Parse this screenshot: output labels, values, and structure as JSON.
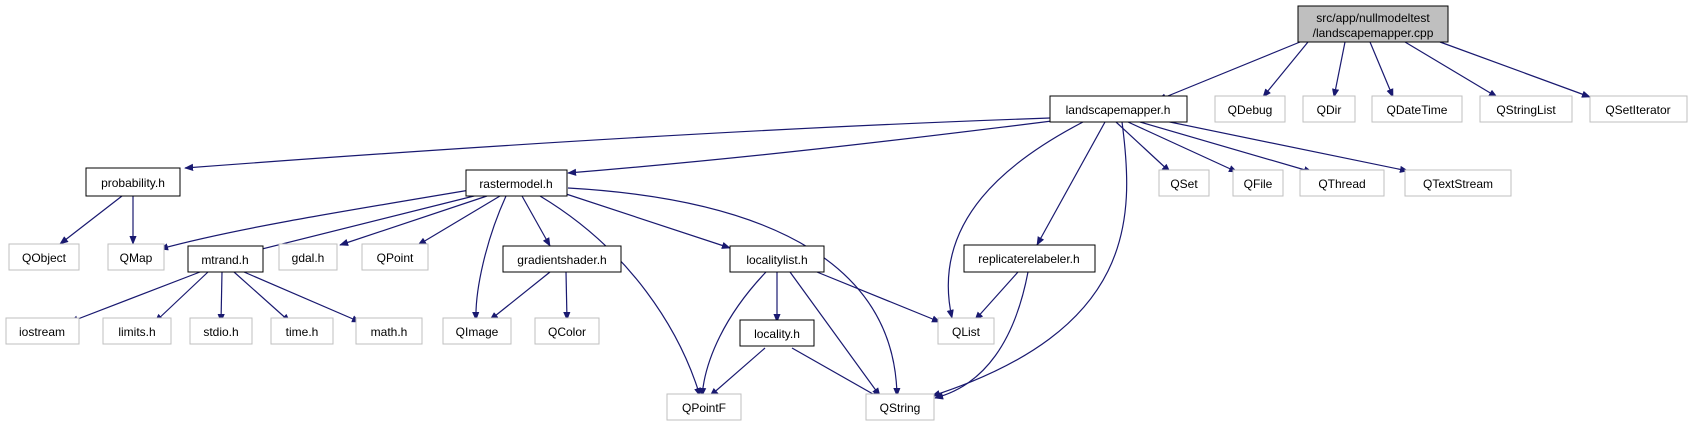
{
  "graph": {
    "root": {
      "line1": "src/app/nullmodeltest",
      "line2": "/landscapemapper.cpp"
    },
    "nodes": {
      "landscapemapper_h": "landscapemapper.h",
      "qdebug": "QDebug",
      "qdir": "QDir",
      "qdatetime": "QDateTime",
      "qstringlist": "QStringList",
      "qsetiterator": "QSetIterator",
      "probability_h": "probability.h",
      "rastermodel_h": "rastermodel.h",
      "qset": "QSet",
      "qfile": "QFile",
      "qthread": "QThread",
      "qtextstream": "QTextStream",
      "qobject": "QObject",
      "qmap": "QMap",
      "mtrand_h": "mtrand.h",
      "gdal_h": "gdal.h",
      "qpoint": "QPoint",
      "gradientshader_h": "gradientshader.h",
      "localitylist_h": "localitylist.h",
      "replicaterelabeler_h": "replicaterelabeler.h",
      "iostream": "iostream",
      "limits_h": "limits.h",
      "stdio_h": "stdio.h",
      "time_h": "time.h",
      "math_h": "math.h",
      "qimage": "QImage",
      "qcolor": "QColor",
      "locality_h": "locality.h",
      "qlist": "QList",
      "qpointf": "QPointF",
      "qstring": "QString"
    },
    "colors": {
      "edge": "#191970",
      "root_fill": "#bfbfbf",
      "documented_border": "#000000",
      "external_border": "#bfbfbf"
    }
  }
}
